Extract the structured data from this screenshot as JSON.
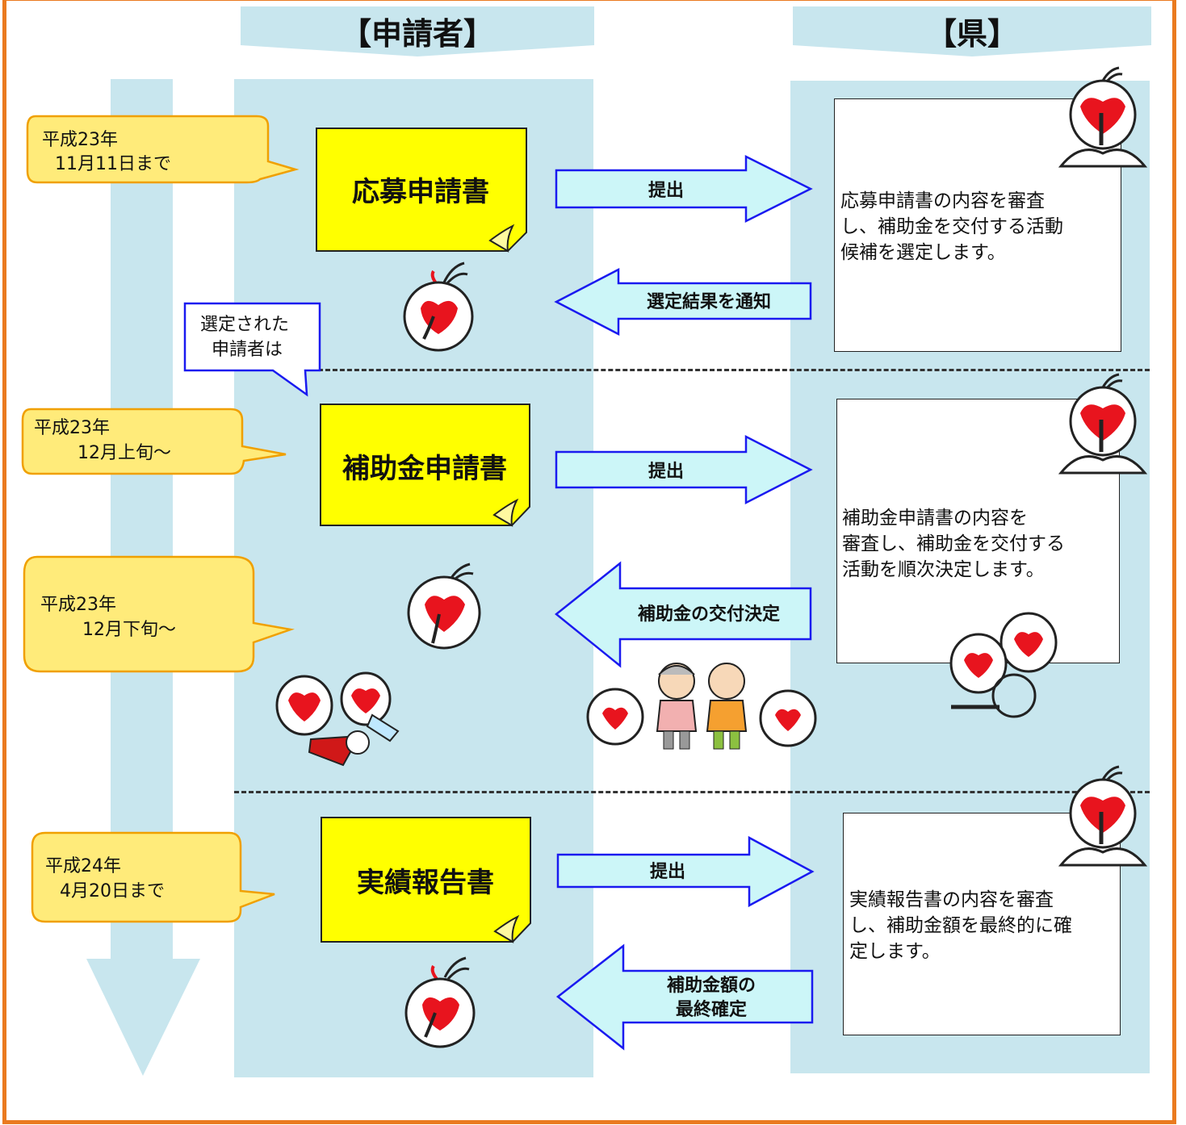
{
  "lanes": {
    "applicant_header": "【申請者】",
    "prefecture_header": "【県】"
  },
  "timeline": [
    {
      "date_line1": "平成23年",
      "date_line2": "11月11日まで"
    },
    {
      "date_line1": "平成23年",
      "date_line2": "12月上旬～"
    },
    {
      "date_line1": "平成23年",
      "date_line2": "12月下旬～"
    },
    {
      "date_line1": "平成24年",
      "date_line2": "4月20日まで"
    }
  ],
  "documents": [
    {
      "title": "応募申請書"
    },
    {
      "title": "補助金申請書"
    },
    {
      "title": "実績報告書"
    }
  ],
  "arrows": {
    "submit_1": "提出",
    "notify_selection": "選定結果を通知",
    "submit_2": "提出",
    "grant_decision": "補助金の交付決定",
    "submit_3": "提出",
    "final_amount_line1": "補助金額の",
    "final_amount_line2": "最終確定"
  },
  "selected_callout": {
    "line1": "選定された",
    "line2": "申請者は"
  },
  "prefecture_boxes": [
    {
      "text": "応募申請書の内容を審査\nし、補助金を交付する活動\n候補を選定します。"
    },
    {
      "text": "補助金申請書の内容を\n審査し、補助金を交付する\n活動を順次決定します。"
    },
    {
      "text": "実績報告書の内容を審査\nし、補助金額を最終的に確\n定します。"
    }
  ],
  "colors": {
    "frame": "#ea7a1f",
    "lane": "#c8e6ee",
    "document": "#ffff00",
    "arrow_fill": "#ccf6f8",
    "arrow_stroke": "#1a1af0",
    "callout_fill": "#ffeb7a",
    "callout_stroke": "#f0a000",
    "mascot_red": "#e8141e"
  },
  "icons": [
    "mascot-icon",
    "mascot-reading-icon",
    "mascot-cleaning-icon",
    "elderly-couple-icon",
    "wheelchair-icon"
  ]
}
